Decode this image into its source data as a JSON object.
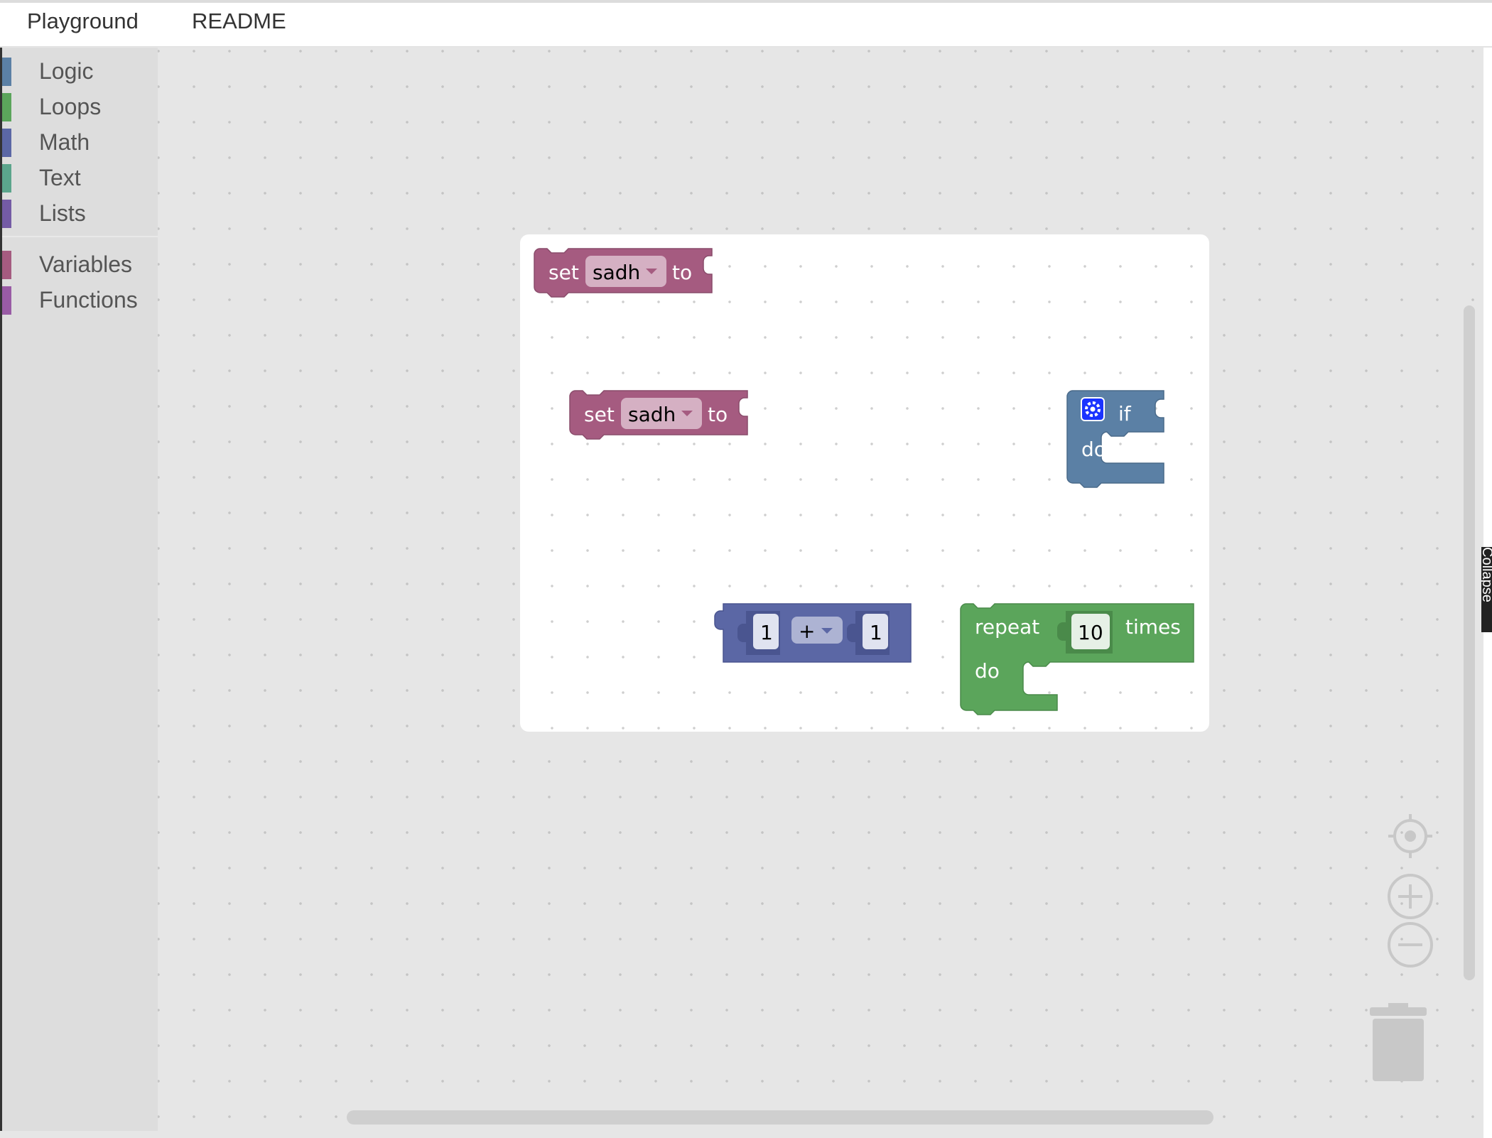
{
  "topbar": {
    "tabs": [
      {
        "label": "Playground"
      },
      {
        "label": "README"
      }
    ]
  },
  "toolbox": {
    "categories": [
      {
        "label": "Logic",
        "color": "#5b80a5"
      },
      {
        "label": "Loops",
        "color": "#5ba55b"
      },
      {
        "label": "Math",
        "color": "#5b67a5"
      },
      {
        "label": "Text",
        "color": "#5ba58c"
      },
      {
        "label": "Lists",
        "color": "#745ba5"
      },
      {
        "label": "Variables",
        "color": "#a55b80"
      },
      {
        "label": "Functions",
        "color": "#995ba5"
      }
    ]
  },
  "blocks": {
    "set1": {
      "kw_set": "set",
      "var": "sadh",
      "kw_to": "to"
    },
    "set2": {
      "kw_set": "set",
      "var": "sadh",
      "kw_to": "to"
    },
    "if": {
      "kw_if": "if",
      "kw_do": "do"
    },
    "math": {
      "left": "1",
      "op": "+",
      "right": "1"
    },
    "repeat": {
      "kw_repeat": "repeat",
      "count": "10",
      "kw_times": "times",
      "kw_do": "do"
    }
  },
  "sidebar_right": {
    "collapse_label": "Collapse"
  },
  "colors": {
    "variables": "#a55b80",
    "logic": "#5b80a5",
    "math": "#5b67a5",
    "loops": "#5ba55b"
  },
  "icons": [
    "gear-icon",
    "dropdown-arrow-icon",
    "target-icon",
    "zoom-in-icon",
    "zoom-out-icon",
    "trash-icon"
  ]
}
